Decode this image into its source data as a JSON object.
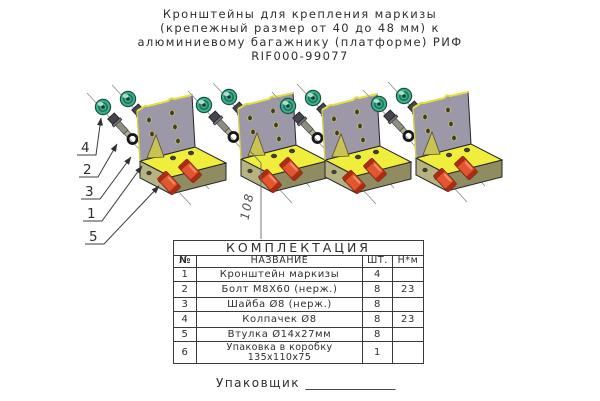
{
  "title": {
    "lines": [
      "Кронштейны для крепления маркизы",
      "(крепежный размер от 40 до 48 мм) к",
      "алюминиевому багажнику (платформе) РИФ",
      "RIF000-99077"
    ]
  },
  "callouts": {
    "labels": [
      "4",
      "2",
      "3",
      "1",
      "5"
    ]
  },
  "dimension": {
    "value": "108"
  },
  "table": {
    "title": "КОМПЛЕКТАЦИЯ",
    "columns": [
      "№",
      "НАЗВАНИЕ",
      "ШТ.",
      "Н*м"
    ],
    "rows": [
      {
        "num": "1",
        "name": "Кронштейн маркизы",
        "qty": "4",
        "torque": ""
      },
      {
        "num": "2",
        "name": "Болт М8Х60 (нерж.)",
        "qty": "8",
        "torque": "23"
      },
      {
        "num": "3",
        "name": "Шайба Ø8 (нерж.)",
        "qty": "8",
        "torque": ""
      },
      {
        "num": "4",
        "name": "Колпачек Ø8",
        "qty": "8",
        "torque": "23"
      },
      {
        "num": "5",
        "name": "Втулка Ø14х27мм",
        "qty": "8",
        "torque": ""
      },
      {
        "num": "6",
        "name": "Упаковка в коробку",
        "name_line2": "135х110х75",
        "qty": "1",
        "torque": ""
      }
    ]
  },
  "footer": {
    "packer_label": "Упаковщик",
    "signature_blank": "_______________"
  },
  "colors": {
    "bracket_yellow": "#f0ee3c",
    "plate_gray": "#9d98a8",
    "bushing_red": "#e2552f",
    "cap_green": "#3fae8f",
    "line_dark": "#3c3c3c"
  }
}
